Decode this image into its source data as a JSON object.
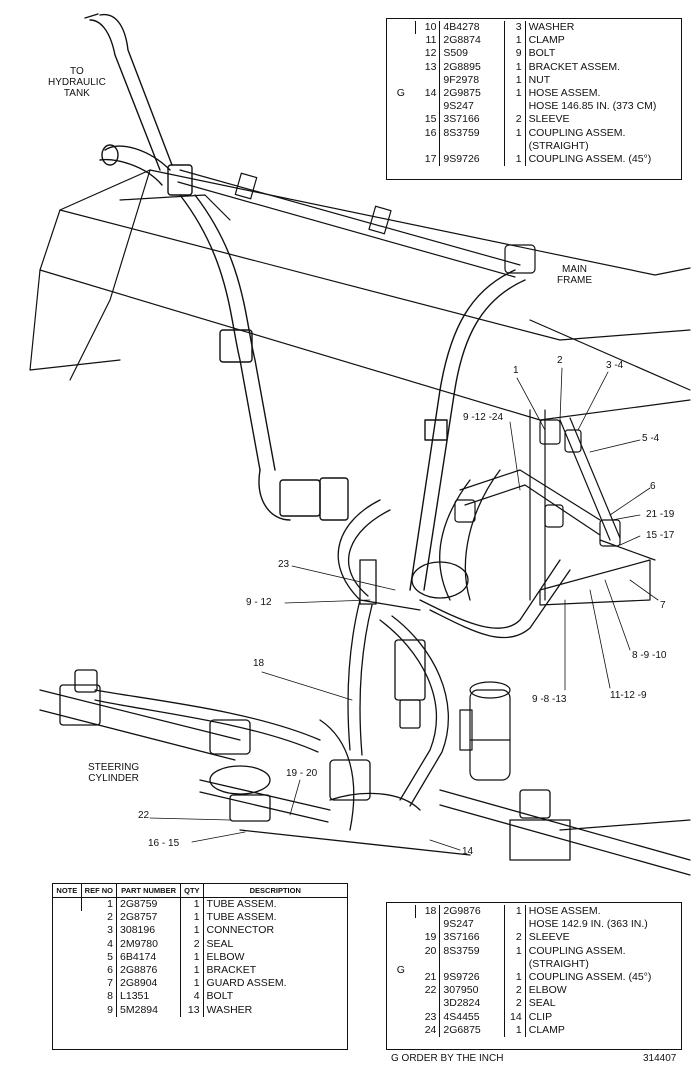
{
  "labels": {
    "to_hydraulic_tank": [
      "TO",
      "HYDRAULIC",
      "TANK"
    ],
    "main_frame": [
      "MAIN",
      "FRAME"
    ],
    "steering_cylinder": [
      "STEERING",
      "CYLINDER"
    ]
  },
  "callouts": {
    "c1": "1",
    "c2": "2",
    "c3_4": "3 -4",
    "c5_4": "5 -4",
    "c6": "6",
    "c21_19": "21 -19",
    "c15_17": "15 -17",
    "c7": "7",
    "c8_9_10": "8 -9 -10",
    "c11_12_9": "11-12 -9",
    "c9_8_13": "9 -8 -13",
    "c9_12_24": "9 -12 -24",
    "c23": "23",
    "c9_12": "9 - 12",
    "c18": "18",
    "c19_20": "19 - 20",
    "c22": "22",
    "c16_15": "16 - 15",
    "c14": "14"
  },
  "top_table": {
    "note": "G",
    "rows": [
      {
        "ref": "10",
        "part": "4B4278",
        "qty": "3",
        "desc": "WASHER"
      },
      {
        "ref": "11",
        "part": "2G8874",
        "qty": "1",
        "desc": "CLAMP"
      },
      {
        "ref": "12",
        "part": "S509",
        "qty": "9",
        "desc": "BOLT"
      },
      {
        "ref": "13",
        "part": "2G8895",
        "qty": "1",
        "desc": "BRACKET ASSEM."
      },
      {
        "ref": "",
        "part": "9F2978",
        "qty": "1",
        "desc": "NUT"
      },
      {
        "ref": "14",
        "part": "2G9875",
        "qty": "1",
        "desc": "HOSE ASSEM."
      },
      {
        "ref": "",
        "part": "9S247",
        "qty": "",
        "desc": "HOSE 146.85 IN. (373 CM)"
      },
      {
        "ref": "15",
        "part": "3S7166",
        "qty": "2",
        "desc": "SLEEVE"
      },
      {
        "ref": "16",
        "part": "8S3759",
        "qty": "1",
        "desc": "COUPLING ASSEM."
      },
      {
        "ref": "",
        "part": "",
        "qty": "",
        "desc": "(STRAIGHT)"
      },
      {
        "ref": "17",
        "part": "9S9726",
        "qty": "1",
        "desc": "COUPLING ASSEM. (45°)"
      }
    ]
  },
  "left_table": {
    "headers": {
      "note": "NOTE",
      "ref": "REF NO",
      "part": "PART NUMBER",
      "qty": "QTY",
      "desc": "DESCRIPTION"
    },
    "rows": [
      {
        "ref": "1",
        "part": "2G8759",
        "qty": "1",
        "desc": "TUBE ASSEM."
      },
      {
        "ref": "2",
        "part": "2G8757",
        "qty": "1",
        "desc": "TUBE ASSEM."
      },
      {
        "ref": "3",
        "part": "308196",
        "qty": "1",
        "desc": "CONNECTOR"
      },
      {
        "ref": "4",
        "part": "2M9780",
        "qty": "2",
        "desc": "SEAL"
      },
      {
        "ref": "5",
        "part": "6B4174",
        "qty": "1",
        "desc": "ELBOW"
      },
      {
        "ref": "6",
        "part": "2G8876",
        "qty": "1",
        "desc": "BRACKET"
      },
      {
        "ref": "7",
        "part": "2G8904",
        "qty": "1",
        "desc": "GUARD ASSEM."
      },
      {
        "ref": "8",
        "part": "L1351",
        "qty": "4",
        "desc": "BOLT"
      },
      {
        "ref": "9",
        "part": "5M2894",
        "qty": "13",
        "desc": "WASHER"
      }
    ]
  },
  "right_table": {
    "note": "G",
    "rows": [
      {
        "ref": "18",
        "part": "2G9876",
        "qty": "1",
        "desc": "HOSE ASSEM."
      },
      {
        "ref": "",
        "part": "9S247",
        "qty": "",
        "desc": "HOSE 142.9 IN. (363 IN.)"
      },
      {
        "ref": "19",
        "part": "3S7166",
        "qty": "2",
        "desc": "SLEEVE"
      },
      {
        "ref": "20",
        "part": "8S3759",
        "qty": "1",
        "desc": "COUPLING ASSEM."
      },
      {
        "ref": "",
        "part": "",
        "qty": "",
        "desc": "(STRAIGHT)"
      },
      {
        "ref": "21",
        "part": "9S9726",
        "qty": "1",
        "desc": "COUPLING ASSEM. (45°)"
      },
      {
        "ref": "22",
        "part": "307950",
        "qty": "2",
        "desc": "ELBOW"
      },
      {
        "ref": "",
        "part": "3D2824",
        "qty": "2",
        "desc": "SEAL"
      },
      {
        "ref": "23",
        "part": "4S4455",
        "qty": "14",
        "desc": "CLIP"
      },
      {
        "ref": "24",
        "part": "2G6875",
        "qty": "1",
        "desc": "CLAMP"
      }
    ]
  },
  "footer": {
    "order_note": "G   ORDER  BY  THE  INCH",
    "figure_number": "314407"
  }
}
